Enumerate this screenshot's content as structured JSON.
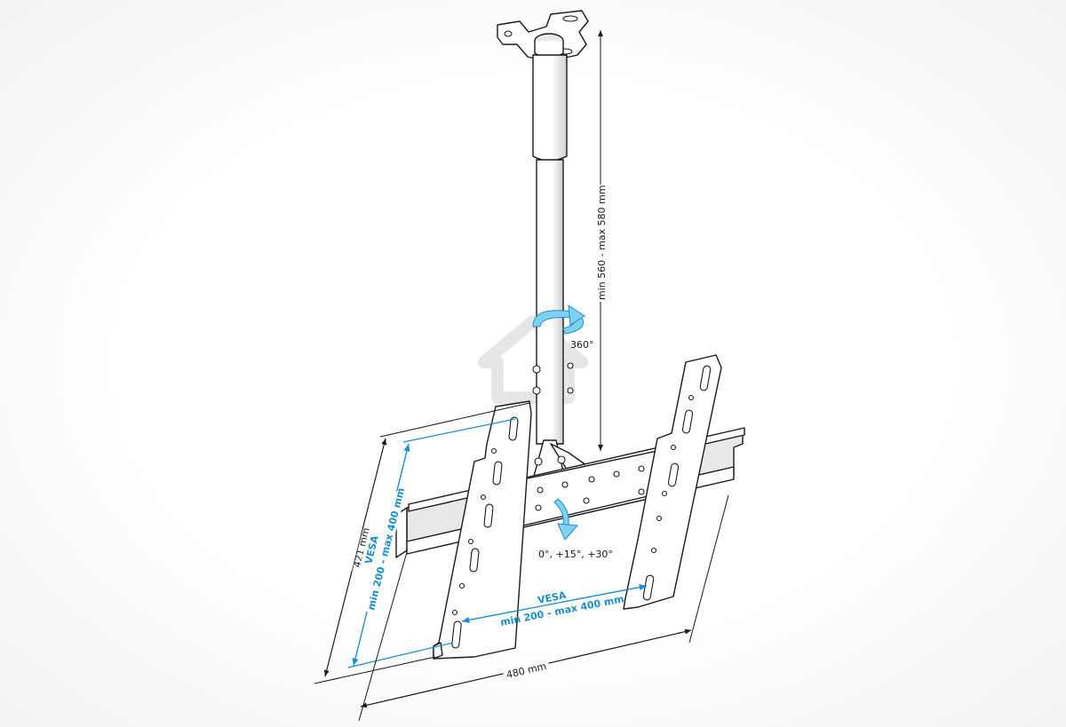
{
  "dimensions": {
    "pole_length": "min 560 - max 580 mm",
    "rotation": "360°",
    "tilt": "0°, +15°, +30°",
    "height": "421 mm",
    "width": "480 mm",
    "vesa_vertical_title": "VESA",
    "vesa_vertical_range": "min 200 - max 400 mm",
    "vesa_horizontal_title": "VESA",
    "vesa_horizontal_range": "min 200 - max 400 mm"
  },
  "colors": {
    "accent": "#1a8fc9",
    "line": "#1a1a1a",
    "arrow_fill": "#7fd0f2"
  },
  "icons": {
    "watermark": "home-icon"
  }
}
